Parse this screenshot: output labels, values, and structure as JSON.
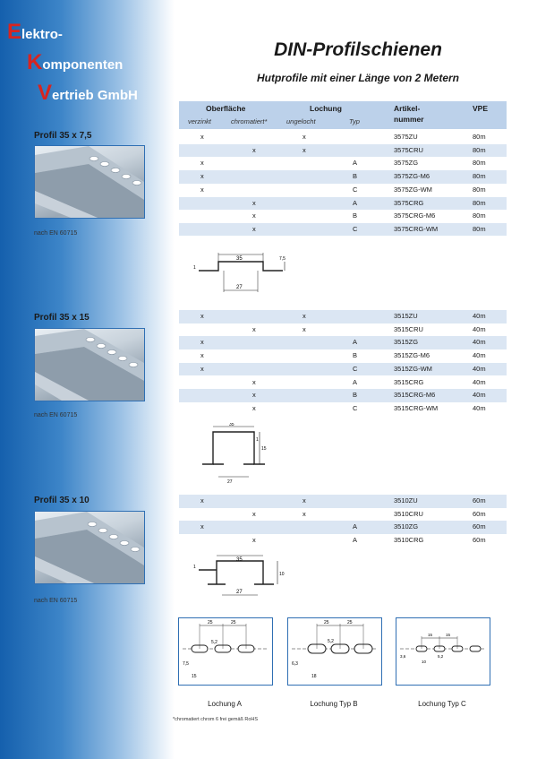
{
  "company": {
    "line1_initial": "E",
    "line1_rest": "lektro-",
    "line2_initial": "K",
    "line2_rest": "omponenten",
    "line3_initial": "V",
    "line3_rest": "ertrieb GmbH"
  },
  "title": "DIN-Profilschienen",
  "subtitle": "Hutprofile mit einer Länge von 2 Metern",
  "table_header": {
    "oberflaeche": "Oberfläche",
    "lochung": "Lochung",
    "artikel": "Artikel-",
    "nummer": "nummer",
    "vpe": "VPE",
    "verzinkt": "verzinkt",
    "chromatiert": "chromatiert*",
    "ungelocht": "ungelocht",
    "typ": "Typ"
  },
  "sections": [
    {
      "profile": "Profil 35 x 7,5",
      "norm": "nach EN 60715",
      "rows": [
        {
          "verzinkt": "x",
          "chromatiert": "",
          "ungelocht": "x",
          "typ": "",
          "artikel": "3575ZU",
          "vpe": "80m",
          "shade": false
        },
        {
          "verzinkt": "",
          "chromatiert": "x",
          "ungelocht": "x",
          "typ": "",
          "artikel": "3575CRU",
          "vpe": "80m",
          "shade": true
        },
        {
          "verzinkt": "x",
          "chromatiert": "",
          "ungelocht": "",
          "typ": "A",
          "artikel": "3575ZG",
          "vpe": "80m",
          "shade": false
        },
        {
          "verzinkt": "x",
          "chromatiert": "",
          "ungelocht": "",
          "typ": "B",
          "artikel": "3575ZG-M6",
          "vpe": "80m",
          "shade": true
        },
        {
          "verzinkt": "x",
          "chromatiert": "",
          "ungelocht": "",
          "typ": "C",
          "artikel": "3575ZG-WM",
          "vpe": "80m",
          "shade": false
        },
        {
          "verzinkt": "",
          "chromatiert": "x",
          "ungelocht": "",
          "typ": "A",
          "artikel": "3575CRG",
          "vpe": "80m",
          "shade": true
        },
        {
          "verzinkt": "",
          "chromatiert": "x",
          "ungelocht": "",
          "typ": "B",
          "artikel": "3575CRG-M6",
          "vpe": "80m",
          "shade": false
        },
        {
          "verzinkt": "",
          "chromatiert": "x",
          "ungelocht": "",
          "typ": "C",
          "artikel": "3575CRG-WM",
          "vpe": "80m",
          "shade": true
        }
      ],
      "dims": [
        "35",
        "27",
        "7,5",
        "1"
      ]
    },
    {
      "profile": "Profil 35 x 15",
      "norm": "nach EN 60715",
      "rows": [
        {
          "verzinkt": "x",
          "chromatiert": "",
          "ungelocht": "x",
          "typ": "",
          "artikel": "3515ZU",
          "vpe": "40m",
          "shade": true
        },
        {
          "verzinkt": "",
          "chromatiert": "x",
          "ungelocht": "x",
          "typ": "",
          "artikel": "3515CRU",
          "vpe": "40m",
          "shade": false
        },
        {
          "verzinkt": "x",
          "chromatiert": "",
          "ungelocht": "",
          "typ": "A",
          "artikel": "3515ZG",
          "vpe": "40m",
          "shade": true
        },
        {
          "verzinkt": "x",
          "chromatiert": "",
          "ungelocht": "",
          "typ": "B",
          "artikel": "3515ZG-M6",
          "vpe": "40m",
          "shade": false
        },
        {
          "verzinkt": "x",
          "chromatiert": "",
          "ungelocht": "",
          "typ": "C",
          "artikel": "3515ZG-WM",
          "vpe": "40m",
          "shade": true
        },
        {
          "verzinkt": "",
          "chromatiert": "x",
          "ungelocht": "",
          "typ": "A",
          "artikel": "3515CRG",
          "vpe": "40m",
          "shade": false
        },
        {
          "verzinkt": "",
          "chromatiert": "x",
          "ungelocht": "",
          "typ": "B",
          "artikel": "3515CRG-M6",
          "vpe": "40m",
          "shade": true
        },
        {
          "verzinkt": "",
          "chromatiert": "x",
          "ungelocht": "",
          "typ": "C",
          "artikel": "3515CRG-WM",
          "vpe": "40m",
          "shade": false
        }
      ],
      "dims": [
        "35",
        "27",
        "15",
        "1"
      ]
    },
    {
      "profile": "Profil 35 x 10",
      "norm": "nach EN 60715",
      "rows": [
        {
          "verzinkt": "x",
          "chromatiert": "",
          "ungelocht": "x",
          "typ": "",
          "artikel": "3510ZU",
          "vpe": "60m",
          "shade": true
        },
        {
          "verzinkt": "",
          "chromatiert": "x",
          "ungelocht": "x",
          "typ": "",
          "artikel": "3510CRU",
          "vpe": "60m",
          "shade": false
        },
        {
          "verzinkt": "x",
          "chromatiert": "",
          "ungelocht": "",
          "typ": "A",
          "artikel": "3510ZG",
          "vpe": "60m",
          "shade": true
        },
        {
          "verzinkt": "",
          "chromatiert": "x",
          "ungelocht": "",
          "typ": "A",
          "artikel": "3510CRG",
          "vpe": "60m",
          "shade": false
        }
      ],
      "dims": [
        "35",
        "27",
        "10",
        "1"
      ]
    }
  ],
  "lochung": [
    {
      "label": "Lochung A",
      "dims": [
        "25",
        "25",
        "15",
        "5,2",
        "7,5"
      ]
    },
    {
      "label": "Lochung Typ B",
      "dims": [
        "25",
        "25",
        "18",
        "5,2",
        "6,3"
      ]
    },
    {
      "label": "Lochung Typ C",
      "dims": [
        "15",
        "15",
        "10",
        "5,2",
        "3,6"
      ]
    }
  ],
  "footnote": "*chromatiert chrom 6 frei gemäß RoHS",
  "colors": {
    "brand_blue": "#1560ad",
    "logo_red": "#d8241f",
    "header_bg": "#bcd1ea",
    "row_shade": "#dbe6f3"
  }
}
